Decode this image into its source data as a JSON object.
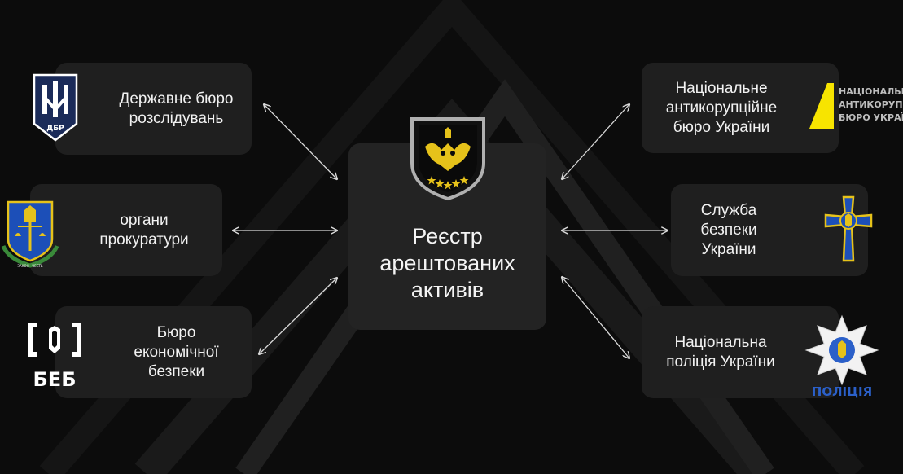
{
  "center": {
    "title": "Реєстр\nарештованих\nактивів",
    "logo": "owl-shield-icon"
  },
  "nodes": [
    {
      "id": "dbr",
      "label": "Державне бюро\nрозслідувань",
      "logo": "dbr-shield-icon",
      "logo_text": "ДБР"
    },
    {
      "id": "prosecutor",
      "label": "органи\nпрокуратури",
      "logo": "prosecutor-emblem-icon",
      "logo_text": "ЗАКОН · ЧЕСТЬ"
    },
    {
      "id": "beb",
      "label": "Бюро\nекономічної\nбезпеки",
      "logo": "beb-logo-icon",
      "logo_text": "БЕБ"
    },
    {
      "id": "nabu",
      "label": "Національне\nантикорупційне\nбюро України",
      "logo": "nabu-logo-icon",
      "logo_text": "НАЦІОНАЛЬНЕ\nАНТИКОРУПЦІЙНЕ\nБЮРО УКРАЇНИ"
    },
    {
      "id": "sbu",
      "label": "Служба\nбезпеки\nУкраїни",
      "logo": "sbu-cross-icon",
      "logo_text": ""
    },
    {
      "id": "police",
      "label": "Національна\nполіція України",
      "logo": "police-star-icon",
      "logo_text": "ПОЛІЦІЯ"
    }
  ],
  "colors": {
    "background": "#0c0c0c",
    "box": "#1f1f1f",
    "text": "#f2f2f2",
    "arrow": "#d9d9d9",
    "gold": "#e6c21a",
    "nabu_yellow": "#f7e400",
    "sbu_blue": "#1c4fb8",
    "police_blue": "#2b60c9",
    "dbr_navy": "#1b2b59"
  }
}
